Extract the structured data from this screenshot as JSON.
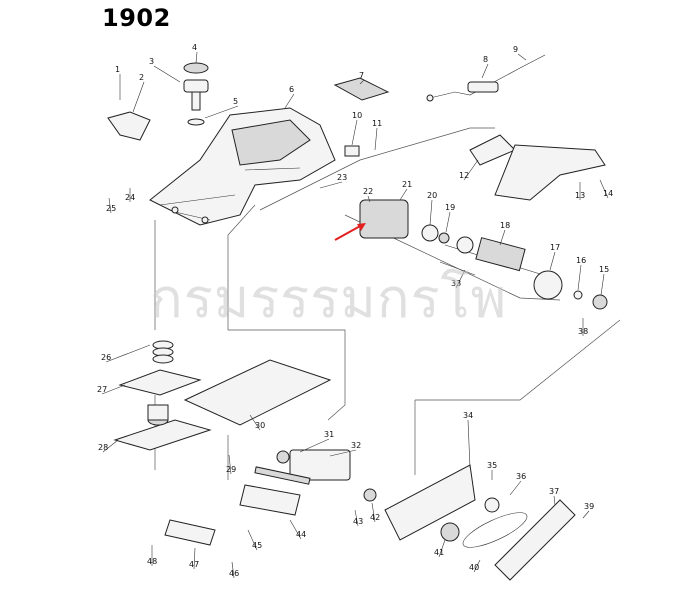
{
  "model": "1902",
  "watermark": "กรมรรรมกรโพ",
  "accent_arrow_color": "#e32020",
  "labels": [
    "1",
    "2",
    "3",
    "4",
    "5",
    "6",
    "7",
    "8",
    "9",
    "10",
    "11",
    "12",
    "13",
    "14",
    "15",
    "16",
    "17",
    "18",
    "19",
    "20",
    "21",
    "22",
    "23",
    "24",
    "25",
    "26",
    "27",
    "28",
    "29",
    "30",
    "31",
    "32",
    "33",
    "34",
    "35",
    "36",
    "37",
    "38",
    "39",
    "40",
    "41",
    "42",
    "43",
    "44",
    "45",
    "46",
    "47",
    "48"
  ]
}
